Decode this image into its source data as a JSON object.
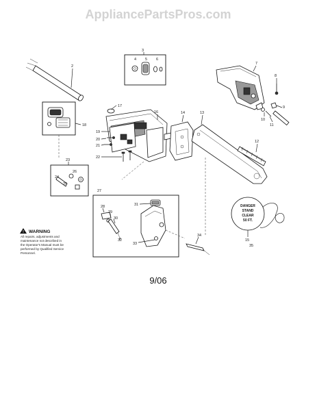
{
  "watermark": "AppliancePartsPros.com",
  "warning": {
    "title": "WARNING",
    "lines": [
      "All repairs, adjustments and",
      "maintenance not described in",
      "the Operator's Manual must be",
      "performed by Qualified Service",
      "Personnel."
    ]
  },
  "danger_tag": [
    "DANGER",
    "STAND",
    "CLEAR",
    "50 FT."
  ],
  "date_code": "9/06",
  "callouts": {
    "c2": "2",
    "c3": "3",
    "c4": "4",
    "c5": "5",
    "c6": "6",
    "c7": "7",
    "c8": "8",
    "c9": "9",
    "c10": "10",
    "c11": "11",
    "c12": "12",
    "c13": "13",
    "c14": "14",
    "c15": "15",
    "c16": "16",
    "c17": "17",
    "c18": "18",
    "c19": "19",
    "c20": "20",
    "c21": "21",
    "c22": "22",
    "c23": "23",
    "c24": "24",
    "c25": "25",
    "c26": "26",
    "c27": "27",
    "c28": "28",
    "c29": "29",
    "c30": "30",
    "c31": "31",
    "c32": "32",
    "c33": "33",
    "c34": "34",
    "c35": "35"
  }
}
